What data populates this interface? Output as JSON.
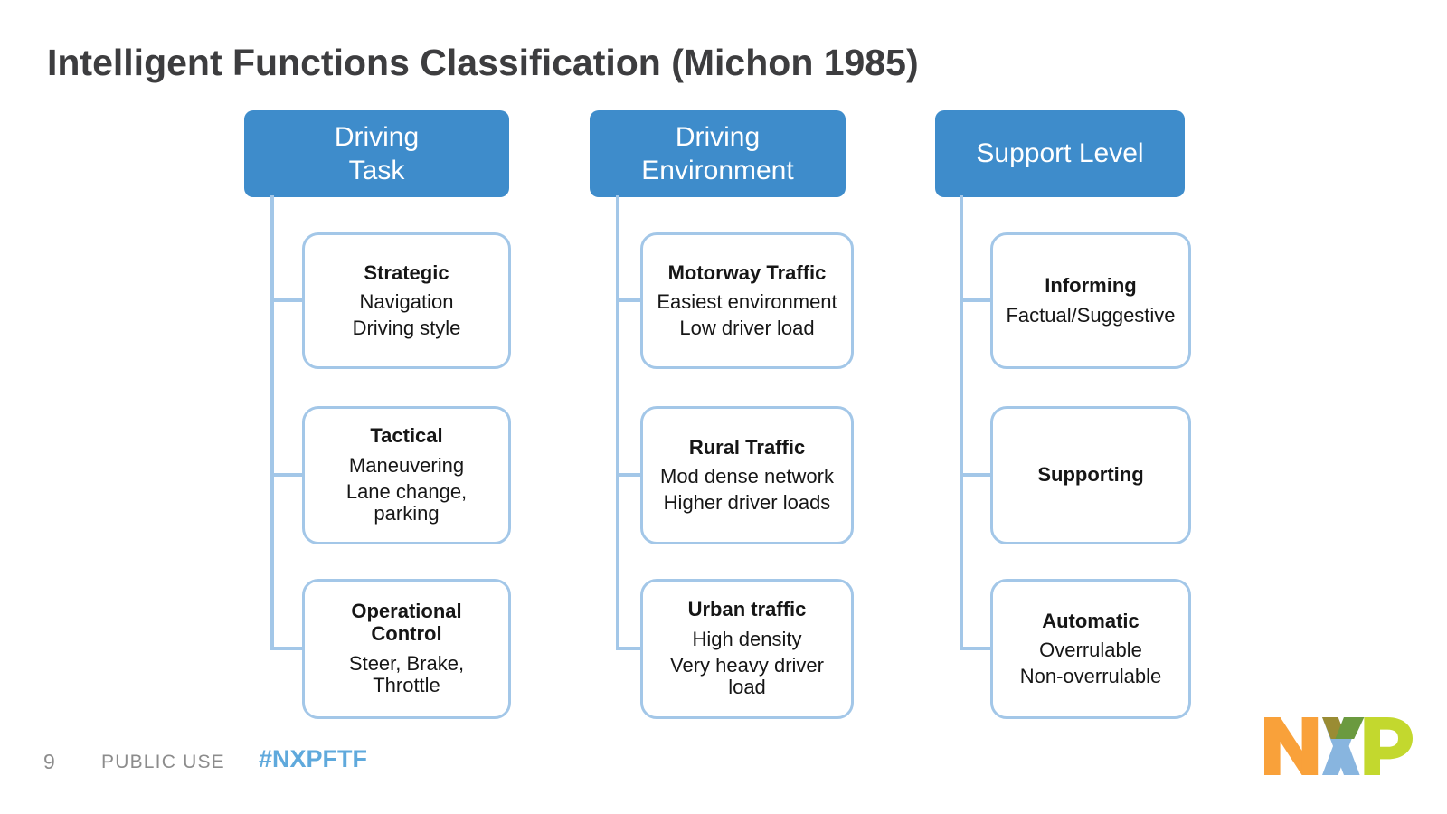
{
  "slide": {
    "title": "Intelligent Functions Classification (Michon 1985)",
    "page_number": "9",
    "classification": "PUBLIC USE",
    "hashtag": "#NXPFTF",
    "logo_text": "NXP"
  },
  "colors": {
    "header_fill": "#3e8ccb",
    "box_border": "#a3c7e8",
    "connector": "#a3c7e8",
    "title_gray": "#3d3d3f",
    "footer_gray": "#8c8c8c",
    "hashtag_blue": "#5fa9dc",
    "logo_orange": "#f9a13a",
    "logo_olive": "#9a8c33",
    "logo_blue": "#88b5df",
    "logo_green": "#6b9a3f",
    "logo_lime": "#c3d82e"
  },
  "columns": [
    {
      "header": "Driving Task",
      "header_lines": [
        "Driving",
        "Task"
      ],
      "boxes": [
        {
          "heading": "Strategic",
          "lines": [
            "Navigation",
            "Driving style"
          ]
        },
        {
          "heading": "Tactical",
          "lines": [
            "Maneuvering",
            "Lane change, parking"
          ]
        },
        {
          "heading": "Operational Control",
          "lines": [
            "Steer, Brake, Throttle"
          ]
        }
      ]
    },
    {
      "header": "Driving Environment",
      "header_lines": [
        "Driving",
        "Environment"
      ],
      "boxes": [
        {
          "heading": "Motorway Traffic",
          "lines": [
            "Easiest environment",
            "Low driver load"
          ]
        },
        {
          "heading": "Rural Traffic",
          "lines": [
            "Mod dense network",
            "Higher driver loads"
          ]
        },
        {
          "heading": "Urban traffic",
          "lines": [
            "High density",
            "Very heavy driver load"
          ]
        }
      ]
    },
    {
      "header": "Support Level",
      "header_lines": [
        "Support Level"
      ],
      "boxes": [
        {
          "heading": "Informing",
          "lines": [
            "Factual/Suggestive"
          ]
        },
        {
          "heading": "Supporting",
          "lines": []
        },
        {
          "heading": "Automatic",
          "lines": [
            "Overrulable",
            "Non-overrulable"
          ]
        }
      ]
    }
  ]
}
